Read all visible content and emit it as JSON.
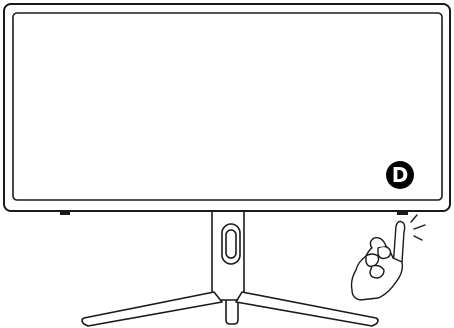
{
  "diagram": {
    "callout_badge": {
      "label": "D",
      "fill_color": "#000000",
      "text_color": "#ffffff"
    },
    "line_color": "#1a1a1a",
    "background_color": "#ffffff",
    "parts": [
      "monitor-front-view",
      "stand-neck",
      "stand-base",
      "control-button",
      "pointing-hand-icon"
    ]
  }
}
